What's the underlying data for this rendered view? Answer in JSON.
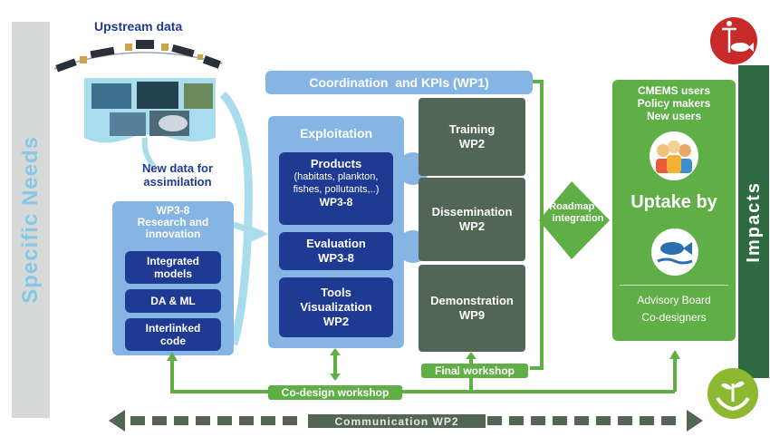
{
  "left_bar": {
    "label": "Specific Needs"
  },
  "right_bar": {
    "label": "Impacts"
  },
  "upstream": {
    "title": "Upstream data",
    "new_data": "New data for\nassimilation"
  },
  "coordination": {
    "label": "Coordination  and KPIs (WP1)"
  },
  "research": {
    "title": "WP3-8\nResearch and\ninnovation",
    "items": [
      {
        "label": "Integrated\nmodels"
      },
      {
        "label": "DA & ML"
      },
      {
        "label": "Interlinked\ncode"
      }
    ]
  },
  "exploitation": {
    "title": "Exploitation",
    "products": {
      "title": "Products",
      "text": "(habitats, plankton,\nfishes, pollutants,..)",
      "wp": "WP3-8"
    },
    "evaluation": {
      "label": "Evaluation\nWP3-8"
    },
    "tools": {
      "label": "Tools\nVisualization\nWP2"
    }
  },
  "outreach": {
    "training": "Training\nWP2",
    "dissemination": "Dissemination\nWP2",
    "demonstration": "Demonstration\nWP9"
  },
  "roadmap": {
    "label": "Roadmap to\nintegration"
  },
  "users": {
    "title": "CMEMS users\nPolicy makers\nNew users",
    "uptake": "Uptake by",
    "advisory": "Advisory Board\nCo-designers"
  },
  "workshops": {
    "final": "Final workshop",
    "codesign": "Co-design workshop"
  },
  "communication": {
    "label": "Communication WP2"
  },
  "icons": {
    "satellites": "satellite-icon",
    "imagery": "ocean-imagery-icon",
    "users": "people-icon",
    "fish": "fish-icon",
    "fishing": "fishing-hook-icon",
    "hands": "hands-plant-icon"
  },
  "colors": {
    "light_blue": "#87b5e3",
    "dark_blue": "#1f3a93",
    "grey_green": "#536554",
    "green": "#5fae46",
    "dark_green": "#2e6b40",
    "cyan": "#a9dcec"
  }
}
